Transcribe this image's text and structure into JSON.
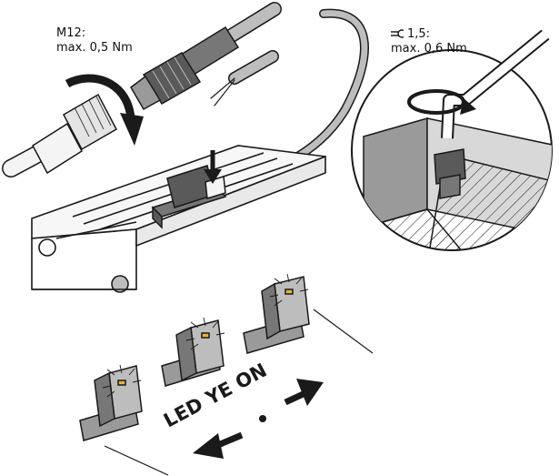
{
  "callouts": {
    "m12": {
      "title": "M12:",
      "torque": "max. 0,5 Nm"
    },
    "tool": {
      "icon": "wrench-icon",
      "size": "1,5:",
      "torque": "max. 0,6 Nm"
    }
  },
  "led_instruction": {
    "text": "LED YE ON",
    "led_color": "#e9b23a"
  },
  "colors": {
    "line": "#1a1a1a",
    "fill_light": "#f4f4f4",
    "fill_mid": "#bdbdbd",
    "fill_dark": "#777777",
    "fill_darker": "#5a5a5a"
  }
}
